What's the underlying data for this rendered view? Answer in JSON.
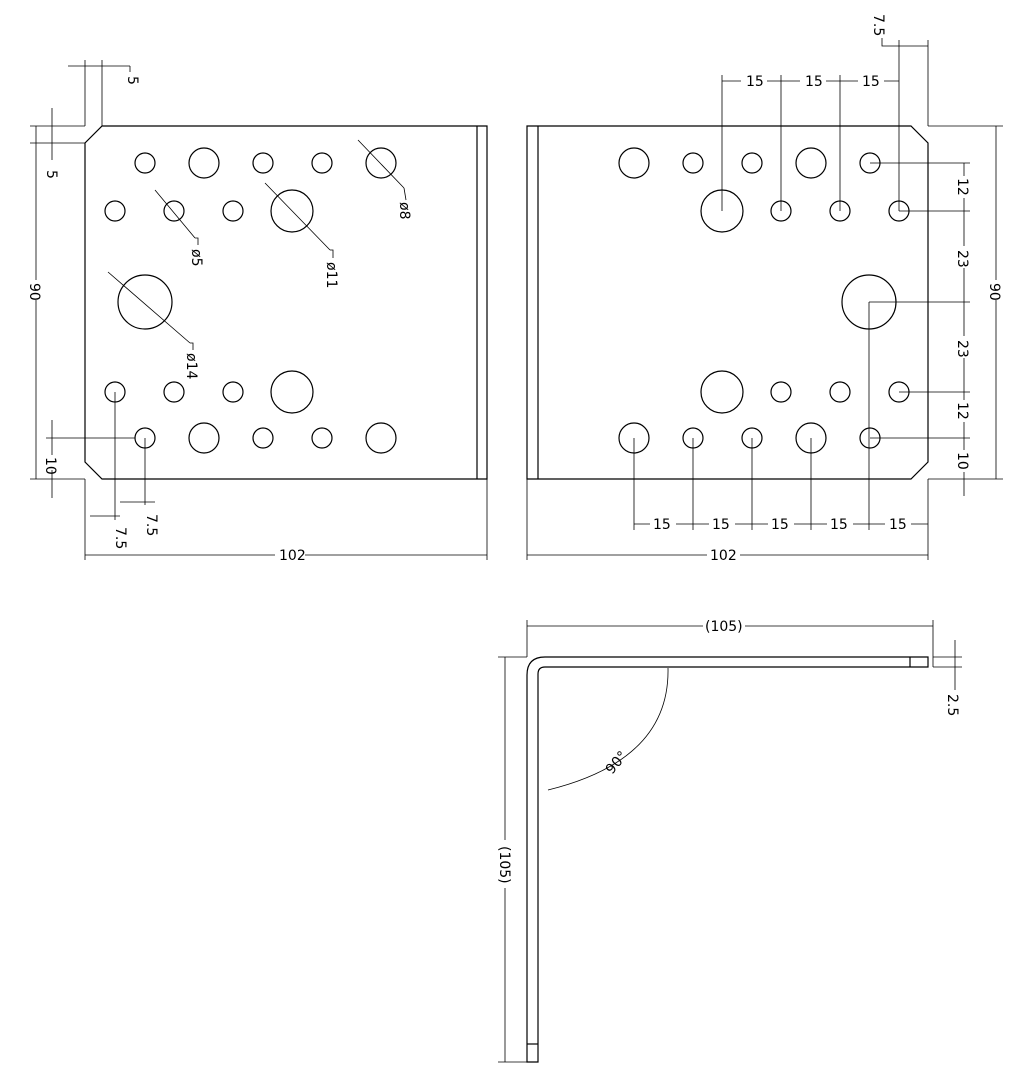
{
  "front_view": {
    "dims": {
      "top_offset": "5",
      "left_offset": "5",
      "height": "90",
      "bottom": "10",
      "hole_x1": "7.5",
      "hole_x2": "7.5",
      "width": "102"
    },
    "diameters": {
      "d5": "ø5",
      "d8": "ø8",
      "d11": "ø11",
      "d14": "ø14"
    }
  },
  "back_view": {
    "dims": {
      "edge_offset": "7.5",
      "top_pitch": [
        "15",
        "15",
        "15"
      ],
      "right": [
        "12",
        "23",
        "23",
        "12",
        "10"
      ],
      "height": "90",
      "bottom_pitch": [
        "15",
        "15",
        "15",
        "15",
        "15"
      ],
      "width": "102"
    }
  },
  "side_view": {
    "dims": {
      "horizontal_leg": "(105)",
      "vertical_leg": "(105)",
      "thickness": "2.5",
      "angle": "90°"
    }
  },
  "colors": {
    "line": "#000000",
    "background": "#ffffff"
  }
}
